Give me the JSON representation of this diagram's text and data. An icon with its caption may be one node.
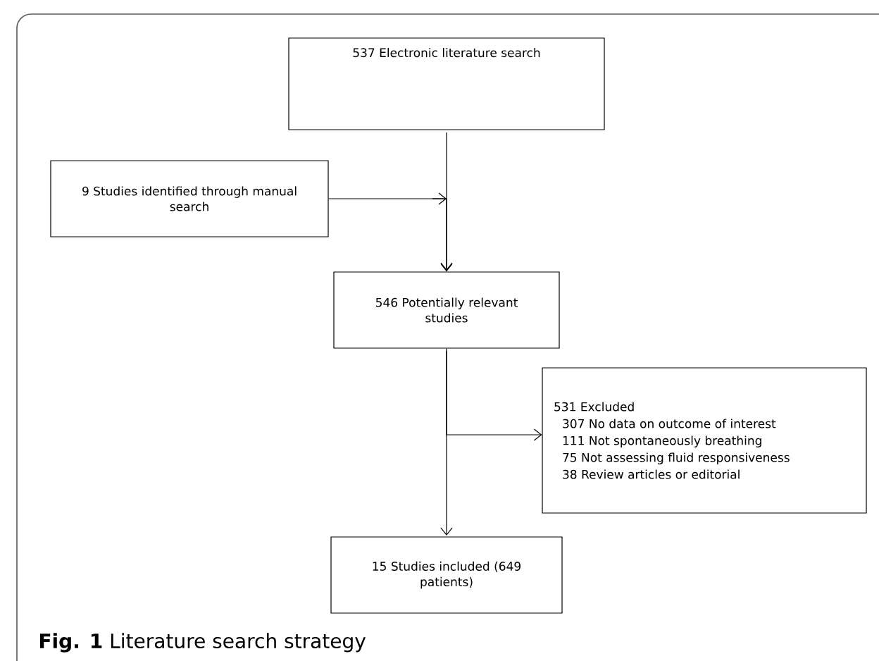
{
  "diagram": {
    "caption": "**Fig. 1** Literature search strategy",
    "nodes": [
      {
        "text": [
          "537 Electronic literature search"
        ]
      },
      {
        "text": [
          "9 Studies identified through manual search"
        ]
      },
      {
        "text": [
          "546 Potentially relevant studies"
        ]
      },
      {
        "text": [
          "15 Studies included (649 patients)"
        ]
      },
      {
        "text": [
          "531 Excluded",
          "307 No data on outcome of interest",
          "111 Not spontaneously breathing",
          "75 Not assessing fluid responsiveness",
          "38 Review articles or editorial"
        ]
      }
    ],
    "edges": [
      {
        "from": 0,
        "to": 2,
        "arrow": "to"
      },
      {
        "from": 1,
        "to": 2,
        "arrow": "to"
      },
      {
        "from": 2,
        "to": 3,
        "arrow": "to"
      },
      {
        "from": 2,
        "to": 4,
        "arrow": "to"
      }
    ]
  }
}
